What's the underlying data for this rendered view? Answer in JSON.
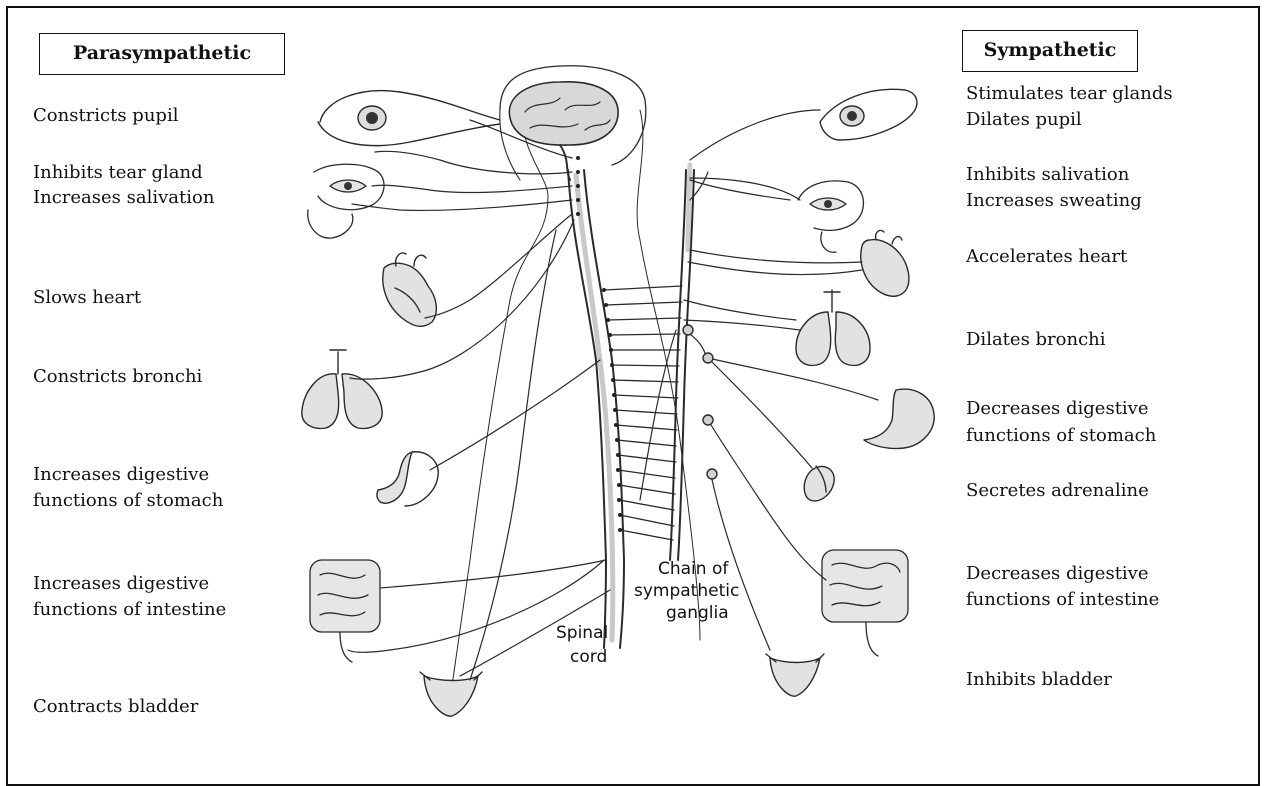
{
  "headers": {
    "parasympathetic": "Parasympathetic",
    "sympathetic": "Sympathetic"
  },
  "parasympathetic_effects": [
    "Constricts pupil",
    "Inhibits tear gland",
    "Increases salivation",
    "Slows heart",
    "Constricts bronchi",
    "Increases digestive",
    "functions of stomach",
    "Increases digestive",
    "functions of intestine",
    "Contracts bladder"
  ],
  "sympathetic_effects": [
    "Stimulates tear glands",
    "Dilates pupil",
    "Inhibits salivation",
    "Increases sweating",
    "Accelerates heart",
    "Dilates bronchi",
    "Decreases digestive",
    "functions of stomach",
    "Secretes adrenaline",
    "Decreases digestive",
    "functions of intestine",
    "Inhibits bladder"
  ],
  "center_labels": {
    "chain_line1": "Chain of",
    "chain_line2": "sympathetic",
    "chain_line3": "ganglia",
    "spinal_line1": "Spinal",
    "spinal_line2": "cord"
  },
  "icons": [
    "brain-icon",
    "eye-icon",
    "face-icon",
    "heart-icon",
    "lungs-icon",
    "stomach-icon",
    "intestine-icon",
    "bladder-icon",
    "adrenal-gland-icon"
  ]
}
